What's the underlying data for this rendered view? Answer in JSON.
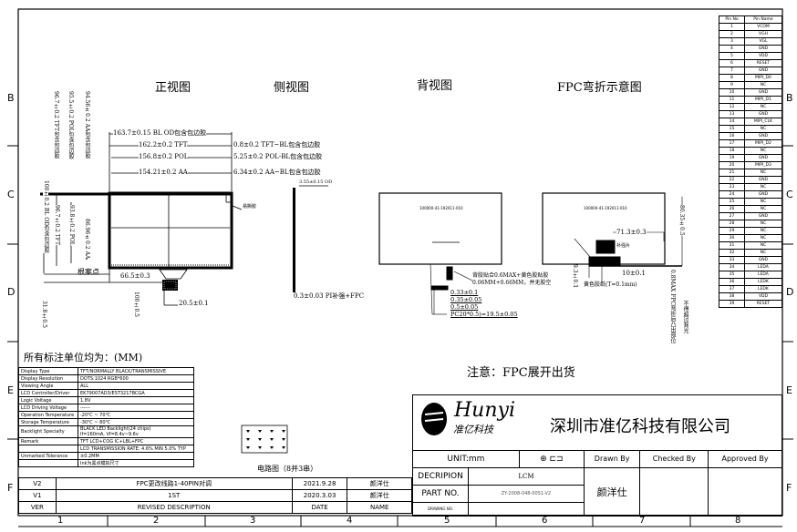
{
  "views": {
    "front": "正视图",
    "side": "侧视图",
    "back": "背视图",
    "fpc_bend": "FPC弯折示意图"
  },
  "front_dims": {
    "bl_od": "163.7±0.15 BL OD包含包边胶",
    "tft": "162.2±0.2 TFT",
    "pol": "156.8±0.2 POL",
    "aa": "154.21±0.2 AA",
    "tft_bl": "0.8±0.2 TFT~BL包含包边胶",
    "pol_bl": "5.25±0.2 POL-BL包含包边胶",
    "aa_bl": "6.34±0.2 AA~BL包含包边胶",
    "fpc_pos": "66.5±0.3",
    "fpc_width": "20.5±0.1",
    "ref_point": "根案点",
    "tape": "易撕胶",
    "v_dims": [
      "100±0.2 BL OD包含包边胶",
      "96.7±0.2 TFT包含包边胶",
      "95.5±0.2 POL包含包边胶",
      "94.56±0.2 AA包含包边胶",
      "96.7±0.2 TFT",
      "93.8±0.2 POL",
      "86.96±0.2 AA",
      "31.8±0.5"
    ],
    "fpc_len": "100±0.5"
  },
  "side_dims": {
    "top": "3.55±0.15 OD",
    "pi": "0.3±0.03 PI补强+FPC"
  },
  "back_dims": {
    "label": "背胶贴合0.6MAX+黄色胶贴胶",
    "label2": "0.06MM+0.66MM，并无胶空",
    "d1": "0.33±0.1",
    "d2": "0.35±0.05",
    "d3": "0.5±0.05",
    "d4": "PC20*0.5)=19.5±0.05",
    "panel_text": "100000-41-192011-010"
  },
  "bend_dims": {
    "d1": "71.3±0.3",
    "d2": "10±0.1",
    "d3": "9.3±0.1",
    "d4": "80.35±0.5",
    "note1": "黄色胶纸(T=0.1mm)",
    "note2": "0.8MAX FPC弯折后凸出部位",
    "note3": "不得超过背光",
    "stiffener": "补强片"
  },
  "notice": "注意：FPC展开出货",
  "unit_note": "所有标注单位均为：(MM)",
  "circuit_label": "电路图（8并3串）",
  "spec_table": [
    [
      "Display Type",
      "TFT/NORMALLY BLACK/TRANSMISSIVE"
    ],
    [
      "Display Resolution",
      "DOTS:1024 RGB*600"
    ],
    [
      "Viewing Angle",
      "ALL"
    ],
    [
      "LCD Controller/Driver",
      "EK79007AD3/EST3217BCGA"
    ],
    [
      "Logic Voltage",
      "1.8V"
    ],
    [
      "LCD Driving Voltage",
      "------"
    ],
    [
      "Operation Temperature",
      "-20℃ ~ 70℃"
    ],
    [
      "Storage Temperature",
      "-30℃ ~ 80℃"
    ],
    [
      "Backlight Specialty",
      "BLACK LED Backlight(24 chips)\nIf=160mA, Vf=8.4v~9.6v"
    ],
    [
      "Remark",
      "TFT LCD+COG IC+LBL+FPC"
    ],
    [
      "",
      "LCD TRANSMISSION RATE: 4.6% MIN 5.0% TYP"
    ],
    [
      "Unmarked Tolerance",
      "±0.2MM"
    ],
    [
      "",
      "Ink为黑点模拟尺寸"
    ]
  ],
  "revisions": [
    {
      "ver": "V2",
      "desc": "FPC更改线路1-40PIN对调",
      "date": "2021.9.28",
      "name": "颜洋仕"
    },
    {
      "ver": "V1",
      "desc": "1ST",
      "date": "2020.3.03",
      "name": "颜洋仕"
    },
    {
      "ver": "VER",
      "desc": "REVISED DESCRIPTION",
      "date": "DATE",
      "name": "NAME"
    }
  ],
  "title_block": {
    "logo_text": "Hunyi",
    "logo_cn": "准亿科技",
    "company": "深圳市准亿科技有限公司",
    "unit": "UNIT:mm",
    "drawn_by": "Drawn By",
    "checked_by": "Checked By",
    "approved_by": "Approved By",
    "description_label": "DECRIPION",
    "description": "LCM",
    "part_no_label": "PART NO.",
    "part_no": "ZY-2008-048-00S1-V2",
    "drawing_label": "DRAWING NO.",
    "drawer": "颜洋仕"
  },
  "pin_table": {
    "header": [
      "Pin No",
      "Pin Name"
    ],
    "rows": [
      [
        "1",
        "VCOM"
      ],
      [
        "2",
        "VGH"
      ],
      [
        "3",
        "VGL"
      ],
      [
        "4",
        "GND"
      ],
      [
        "5",
        "VDD"
      ],
      [
        "6",
        "RESET"
      ],
      [
        "7",
        "GND"
      ],
      [
        "8",
        "MIPI_D0"
      ],
      [
        "9",
        "NC"
      ],
      [
        "10",
        "GND"
      ],
      [
        "11",
        "MIPI_D1"
      ],
      [
        "12",
        "NC"
      ],
      [
        "13",
        "GND"
      ],
      [
        "14",
        "MIPI_CLK"
      ],
      [
        "15",
        "NC"
      ],
      [
        "16",
        "GND"
      ],
      [
        "17",
        "MIPI_D2"
      ],
      [
        "18",
        "NC"
      ],
      [
        "19",
        "GND"
      ],
      [
        "20",
        "MIPI_D3"
      ],
      [
        "21",
        "NC"
      ],
      [
        "22",
        "GND"
      ],
      [
        "23",
        "NC"
      ],
      [
        "24",
        "GND"
      ],
      [
        "25",
        "NC"
      ],
      [
        "26",
        "NC"
      ],
      [
        "27",
        "GND"
      ],
      [
        "28",
        "NC"
      ],
      [
        "29",
        "NC"
      ],
      [
        "30",
        "NC"
      ],
      [
        "31",
        "NC"
      ],
      [
        "32",
        "NC"
      ],
      [
        "33",
        "GND"
      ],
      [
        "34",
        "LEDA"
      ],
      [
        "35",
        "LEDA"
      ],
      [
        "36",
        "LEDK"
      ],
      [
        "37",
        "LEDK"
      ],
      [
        "38",
        "VDD"
      ],
      [
        "39",
        "RESET"
      ]
    ]
  },
  "grid": {
    "rows": [
      "B",
      "C",
      "D",
      "E",
      "F"
    ],
    "cols": [
      "1",
      "2",
      "3",
      "4",
      "5",
      "6",
      "7",
      "8"
    ]
  }
}
